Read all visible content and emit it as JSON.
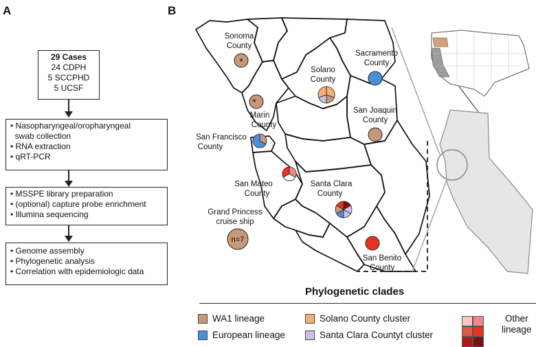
{
  "panels": {
    "a": "A",
    "b": "B"
  },
  "workflow": {
    "cases": {
      "title": "29 Cases",
      "lines": [
        "24 CDPH",
        "5 SCCPHD",
        "5 UCSF"
      ]
    },
    "step1": [
      "• Nasopharyngeal/oropharyngeal",
      "  swab collection",
      "• RNA extraction",
      "• qRT-PCR"
    ],
    "step2": [
      "• MSSPE library preparation",
      "• (optional) capture probe enrichment",
      "• Illumina sequencing"
    ],
    "step3": [
      "• Genome assembly",
      "• Phylogenetic analysis",
      "• Correlation with epidemiologic data"
    ]
  },
  "map": {
    "counties": [
      {
        "name": "Sonoma",
        "label": [
          "Sonoma",
          "County"
        ],
        "marker": "*"
      },
      {
        "name": "Sacramento",
        "label": [
          "Sacramento",
          "County"
        ]
      },
      {
        "name": "Solano",
        "label": [
          "Solano",
          "County"
        ]
      },
      {
        "name": "Marin",
        "label": [
          "Marin",
          "County"
        ],
        "marker": "*"
      },
      {
        "name": "San Joaquin",
        "label": [
          "San Joaquin",
          "County"
        ]
      },
      {
        "name": "San Francisco",
        "label": [
          "San Francisco",
          "County"
        ]
      },
      {
        "name": "San Mateo",
        "label": [
          "San Mateo",
          "County"
        ]
      },
      {
        "name": "Santa Clara",
        "label": [
          "Santa Clara",
          "County"
        ]
      },
      {
        "name": "San Benito",
        "label": [
          "San Benito",
          "County"
        ]
      },
      {
        "name": "Grand Princess",
        "label": [
          "Grand Princess",
          "cruise ship"
        ],
        "count": "n=7"
      }
    ]
  },
  "legend": {
    "title": "Phylogenetic clades",
    "items": [
      {
        "label": "WA1 lineage",
        "color": "#c8987a"
      },
      {
        "label": "European lineage",
        "color": "#4a90d9"
      },
      {
        "label": "Solano County cluster",
        "color": "#f2b173"
      },
      {
        "label": "Santa Clara Countyt cluster",
        "color": "#d2bfe8"
      }
    ],
    "other": [
      "Other",
      "lineage"
    ],
    "other_colors": [
      "#f6c8c8",
      "#f08a8a",
      "#e0583f",
      "#e83222",
      "#b01818",
      "#7a1010"
    ]
  },
  "colors": {
    "wa1": "#c8987a",
    "european": "#4a90d9",
    "solano": "#f2b173",
    "santaclara": "#d2bfe8",
    "red1": "#e83222",
    "red2": "#f08a8a",
    "red3": "#7a1010"
  }
}
